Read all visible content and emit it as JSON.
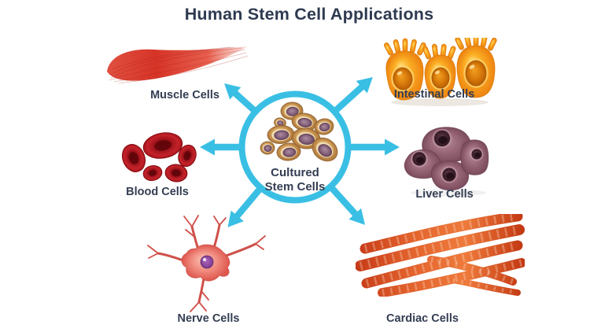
{
  "title": "Human Stem Cell Applications",
  "center": {
    "label": "Cultured Stem Cells",
    "icon": "stem-cell-cluster-illustration"
  },
  "cells": [
    {
      "label": "Muscle Cells",
      "icon": "skeletal-muscle-fiber-illustration",
      "position": "top-left"
    },
    {
      "label": "Intestinal Cells",
      "icon": "intestinal-epithelium-illustration",
      "position": "top-right"
    },
    {
      "label": "Blood Cells",
      "icon": "red-blood-cells-illustration",
      "position": "middle-left"
    },
    {
      "label": "Liver Cells",
      "icon": "liver-cells-illustration",
      "position": "middle-right"
    },
    {
      "label": "Nerve Cells",
      "icon": "neuron-illustration",
      "position": "bottom-left"
    },
    {
      "label": "Cardiac Cells",
      "icon": "cardiac-muscle-fibers-illustration",
      "position": "bottom-right"
    }
  ],
  "colors": {
    "background": "#FFFFFF",
    "accent_cyan": "#3ABFE4",
    "text_navy": "#333D52",
    "muscle_red": "#D63427",
    "intestinal_orange": "#F59F1B",
    "blood_red": "#A3141A",
    "liver_plum": "#9A6878",
    "nerve_pink": "#EE8A7E",
    "cardiac_orange": "#E4652E",
    "stem_cell_tan": "#D0A05C",
    "stem_cell_nucleus": "#8A6880"
  }
}
